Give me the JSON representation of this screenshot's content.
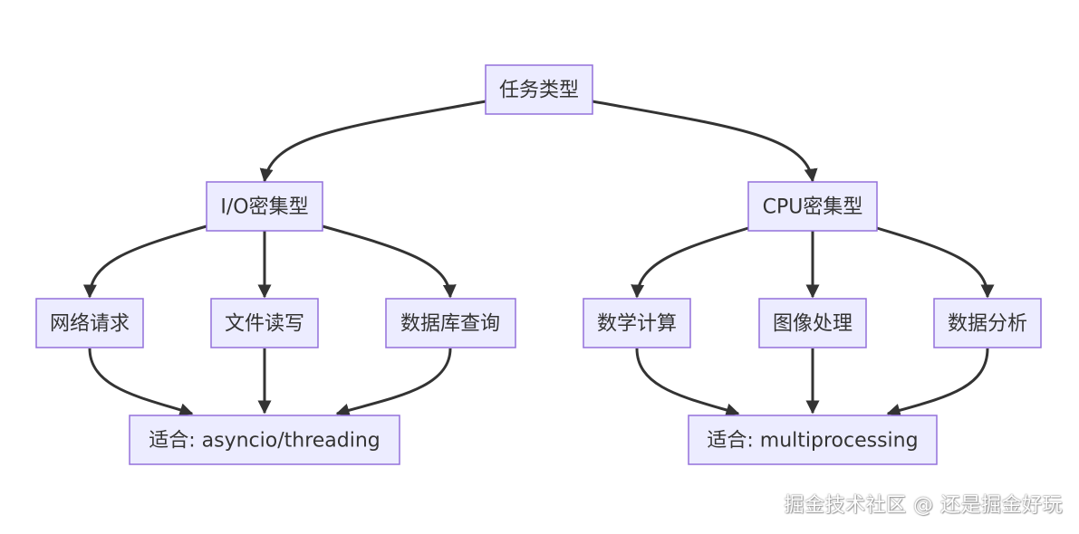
{
  "diagram": {
    "nodes": {
      "root": "任务类型",
      "io": "I/O密集型",
      "cpu": "CPU密集型",
      "net": "网络请求",
      "file": "文件读写",
      "db": "数据库查询",
      "math": "数学计算",
      "img": "图像处理",
      "data": "数据分析",
      "io_fit": "适合: asyncio/threading",
      "cpu_fit": "适合: multiprocessing"
    },
    "colors": {
      "node_fill": "#ECECFF",
      "node_stroke": "#9370DB",
      "edge": "#333333"
    }
  },
  "watermark": "掘金技术社区 @ 还是掘金好玩"
}
